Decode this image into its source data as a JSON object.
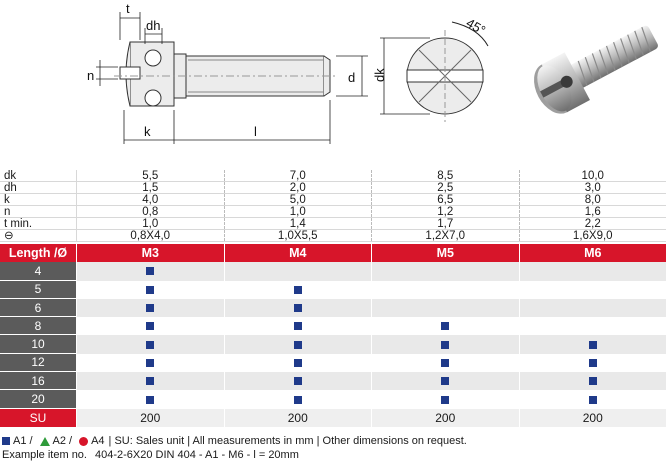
{
  "drawing": {
    "labels": {
      "t": "t",
      "dh": "dh",
      "n": "n",
      "d": "d",
      "dk": "dk",
      "k": "k",
      "l": "l",
      "angle": "45°"
    }
  },
  "dimensions": [
    {
      "label": "dk",
      "values": [
        "5,5",
        "7,0",
        "8,5",
        "10,0"
      ]
    },
    {
      "label": "dh",
      "values": [
        "1,5",
        "2,0",
        "2,5",
        "3,0"
      ]
    },
    {
      "label": "k",
      "values": [
        "4,0",
        "5,0",
        "6,5",
        "8,0"
      ]
    },
    {
      "label": "n",
      "values": [
        "0,8",
        "1,0",
        "1,2",
        "1,6"
      ]
    },
    {
      "label": "t min.",
      "values": [
        "1,0",
        "1,4",
        "1,7",
        "2,2"
      ]
    },
    {
      "label": "⊖",
      "values": [
        "0,8X4,0",
        "1,0X5,5",
        "1,2X7,0",
        "1,6X9,0"
      ]
    }
  ],
  "table": {
    "corner_label": "Length /Ø",
    "sizes": [
      "M3",
      "M4",
      "M5",
      "M6"
    ],
    "rows": [
      {
        "length": "4",
        "avail": [
          true,
          false,
          false,
          false
        ]
      },
      {
        "length": "5",
        "avail": [
          true,
          true,
          false,
          false
        ]
      },
      {
        "length": "6",
        "avail": [
          true,
          true,
          false,
          false
        ]
      },
      {
        "length": "8",
        "avail": [
          true,
          true,
          true,
          false
        ]
      },
      {
        "length": "10",
        "avail": [
          true,
          true,
          true,
          true
        ]
      },
      {
        "length": "12",
        "avail": [
          true,
          true,
          true,
          true
        ]
      },
      {
        "length": "16",
        "avail": [
          true,
          true,
          true,
          true
        ]
      },
      {
        "length": "20",
        "avail": [
          true,
          true,
          true,
          true
        ]
      }
    ],
    "su_label": "SU",
    "su_values": [
      "200",
      "200",
      "200",
      "200"
    ]
  },
  "legend": {
    "a1": "A1",
    "a2": "A2",
    "a4": "A4",
    "slash": "/",
    "note": "| SU: Sales unit | All measurements in mm | Other dimensions on request.",
    "example_label": "Example item no.",
    "example_value": "404-2-6X20 DIN 404 - A1 - M6 - l = 20mm"
  },
  "colors": {
    "brand_red": "#d7152a",
    "availability_blue": "#1f3a8a",
    "a2_green": "#2e9b3a",
    "row_gray": "#5b5b5b"
  },
  "icons": {
    "a1": "blue-square-icon",
    "a2": "green-triangle-icon",
    "a4": "red-dot-icon"
  }
}
